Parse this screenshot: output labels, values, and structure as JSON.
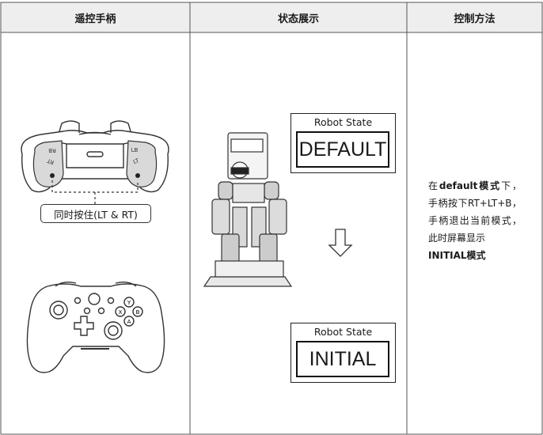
{
  "headers": {
    "col1": "遥控手柄",
    "col2": "状态展示",
    "col3": "控制方法"
  },
  "gamepad": {
    "callout": "同时按住(LT & RT)",
    "rb_label": "RB",
    "lb_label": "LB",
    "rt_label": "RT",
    "lt_label": "LT",
    "buttons": {
      "y": "Y",
      "x": "X",
      "b": "B",
      "a": "A"
    }
  },
  "state": {
    "panel1": {
      "title": "Robot State",
      "value": "DEFAULT"
    },
    "panel2": {
      "title": "Robot State",
      "value": "INITIAL"
    }
  },
  "method": {
    "p1_pre": "在",
    "p1_bold": "default模式",
    "p1_post": "下，手柄按下RT+LT+B，手柄退出当前模式，此时屏幕显示",
    "p2_bold": "INITIAL模式"
  },
  "colors": {
    "header_bg": "#eeeeee",
    "border": "#555555",
    "trigger_fill": "#d9d9d9"
  }
}
